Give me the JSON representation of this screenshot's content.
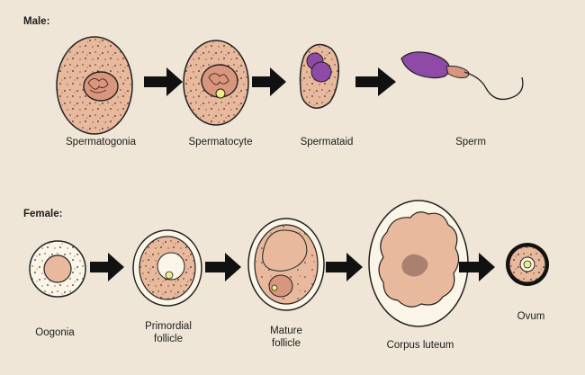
{
  "male": {
    "title": "Male:",
    "stages": [
      "Spermatogonia",
      "Spermatocyte",
      "Spermataid",
      "Sperm"
    ]
  },
  "female": {
    "title": "Female:",
    "stages": [
      "Oogonia",
      "Primordial follicle",
      "Mature follicle",
      "Corpus luteum",
      "Ovum"
    ]
  },
  "colors": {
    "background": "#efe6d7",
    "cytoplasm": "#e9b99d",
    "nucleus": "#d9967f",
    "purple": "#8e4aa6",
    "follicle_fill": "#fbf5e7",
    "yolk": "#f3ec86",
    "arrow": "#111111"
  }
}
